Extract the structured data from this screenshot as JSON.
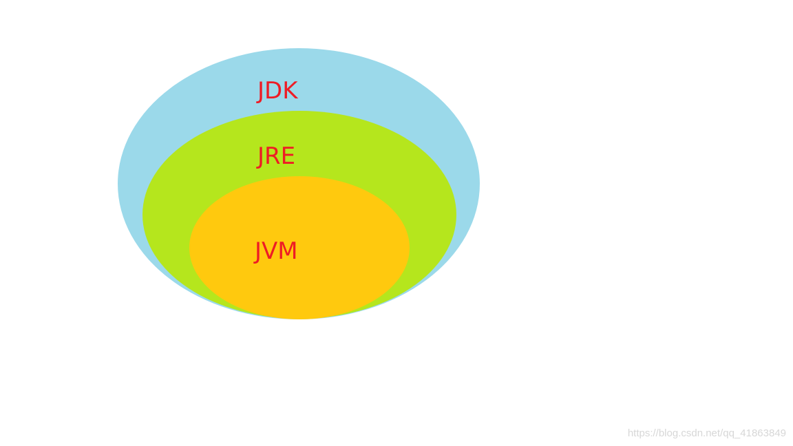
{
  "diagram": {
    "layers": [
      {
        "id": "jdk",
        "label": "JDK",
        "color": "#9bd9ea"
      },
      {
        "id": "jre",
        "label": "JRE",
        "color": "#b5e61d"
      },
      {
        "id": "jvm",
        "label": "JVM",
        "color": "#ffc90e"
      }
    ],
    "label_color": "#ee1c25"
  },
  "watermark": "https://blog.csdn.net/qq_41863849"
}
